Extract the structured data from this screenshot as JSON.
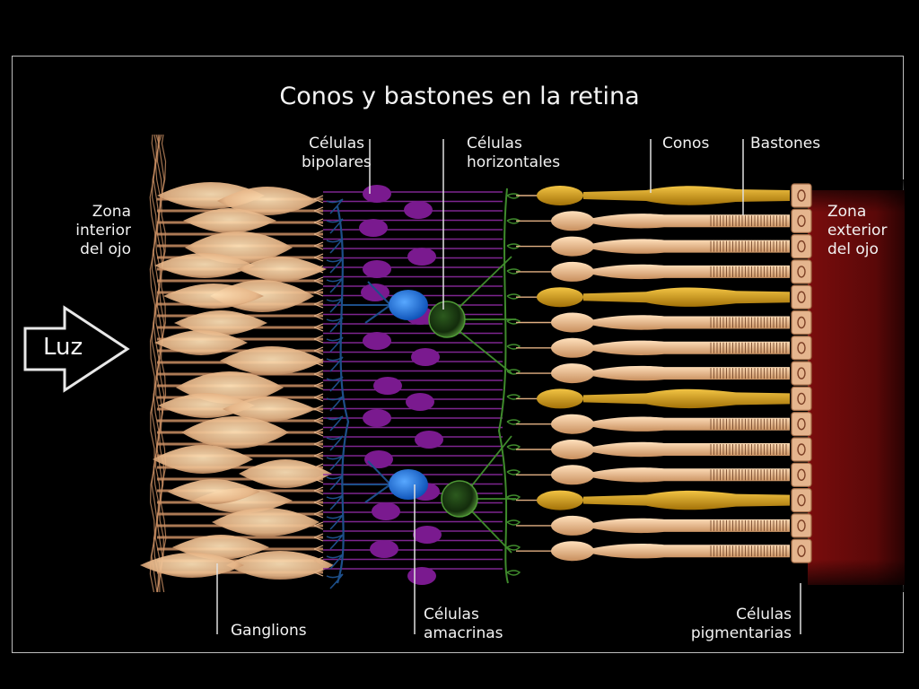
{
  "title": "Conos y bastones en la retina",
  "labels": {
    "bipolares": "Células\nbipolares",
    "horizontales": "Células\nhorizontales",
    "conos": "Conos",
    "bastones": "Bastones",
    "zona_interior": "Zona\ninterior\ndel ojo",
    "zona_exterior": "Zona\nexterior\ndel ojo",
    "luz": "Luz",
    "ganglion": "Ganglions",
    "amacrinas": "Células\namacrinas",
    "pigmentarias": "Células\npigmentarias"
  },
  "colors": {
    "background": "#000000",
    "ganglion": "#e7b98c",
    "bipolar": "#7a1a8f",
    "horizontal": "#3f7a2c",
    "amacrine_blue": "#1e6fd6",
    "cone": "#d4a21a",
    "rod": "#f0c69a",
    "pigment": "#6b0b0b",
    "text": "#f2f2f2"
  }
}
